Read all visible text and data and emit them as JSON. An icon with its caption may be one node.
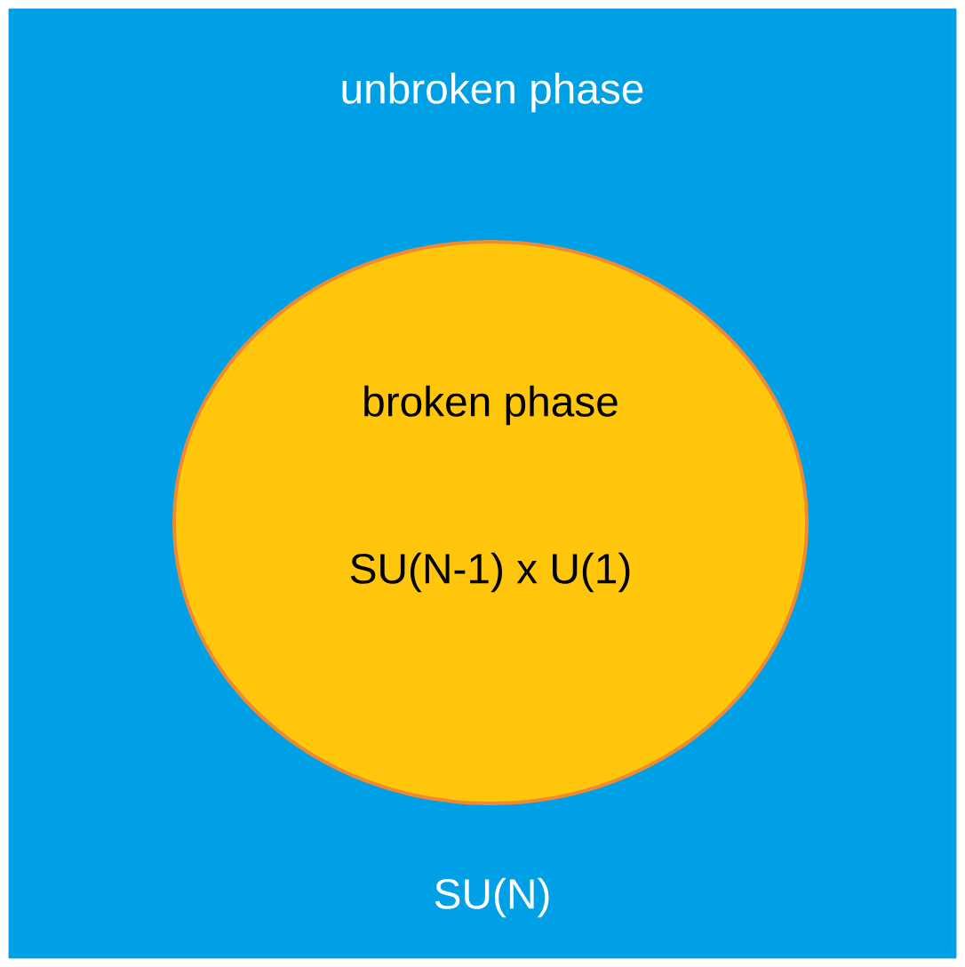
{
  "diagram": {
    "nodes": [
      {
        "text": [
          "unbroken phase",
          "SU(N)"
        ]
      },
      {
        "text": [
          "broken phase",
          "SU(N-1) x U(1)"
        ],
        "in": 0
      }
    ]
  }
}
